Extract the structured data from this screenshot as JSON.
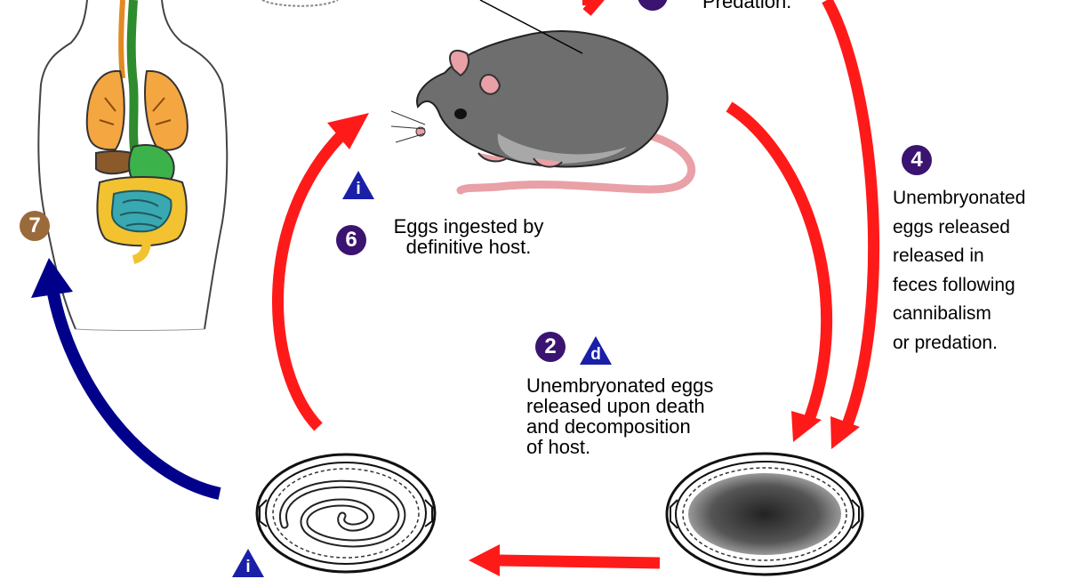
{
  "colors": {
    "transmission_arrow": "#ff1a1a",
    "human_arrow": "#00008b",
    "step_badge": "#3a1470",
    "human_badge": "#9a6a3a",
    "stage_triangle": "#1a1fa8"
  },
  "steps": {
    "s2": "2",
    "s4": "4",
    "s6": "6",
    "s7": "7"
  },
  "stage_markers": {
    "infective": "i",
    "diagnostic": "d"
  },
  "captions": {
    "top_fragment": "Predation.",
    "step4": "Unembryonated\neggs released\nreleased in\nfeces following\ncannibalism\nor predation.",
    "step6": "Eggs ingested by\ndefinitive host.",
    "step2": "Unembryonated eggs\nreleased upon death\nand decomposition\nof host."
  },
  "icons": {
    "human": "human-anatomy-icon",
    "rat": "rat-definitive-host-icon",
    "embryonated_egg": "embryonated-egg-icon",
    "unembryonated_egg": "unembryonated-egg-icon"
  }
}
